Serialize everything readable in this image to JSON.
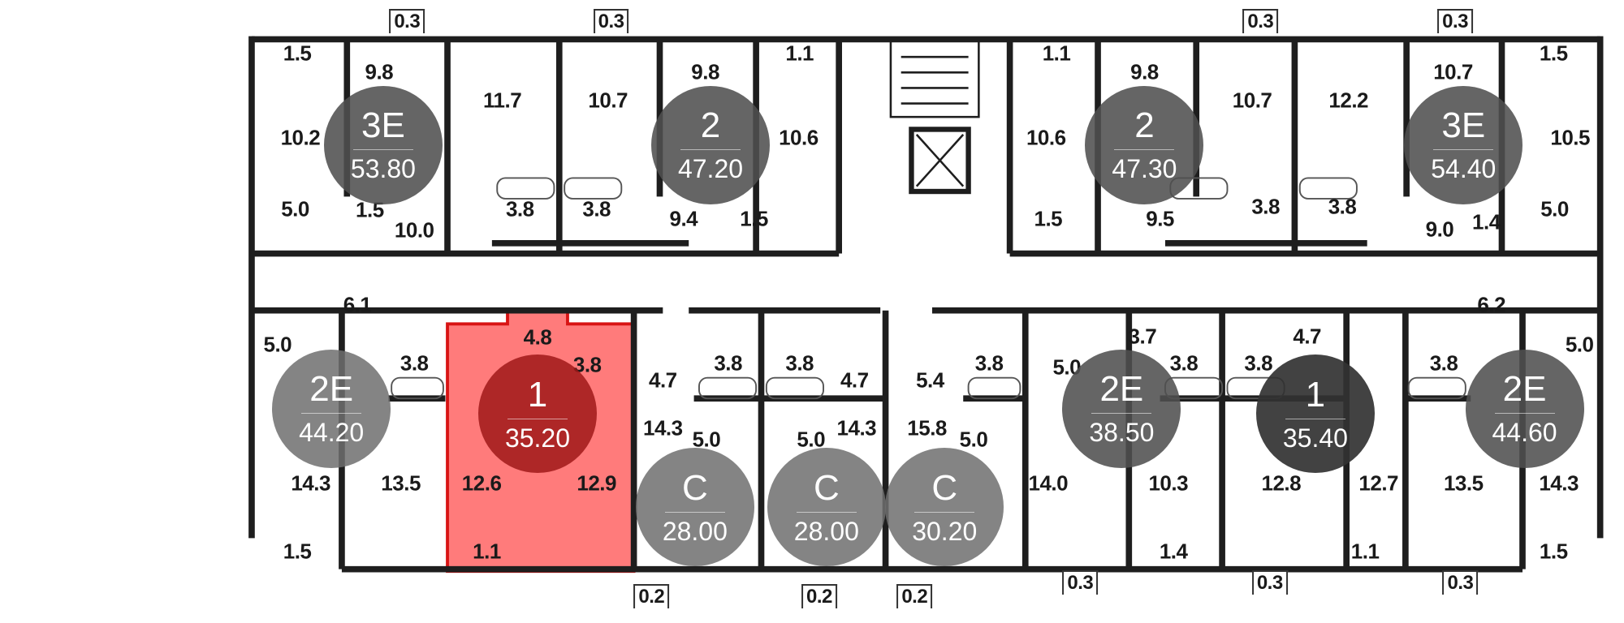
{
  "colors": {
    "wall": "#1e1e1e",
    "selected_fill": "#ff7b7b",
    "selected_stroke": "#d81414",
    "circle_dark": "#5a5a5a",
    "circle_light": "#7d7d7d",
    "circle_darker": "#3c3c3c",
    "circle_selected": "#a82222"
  },
  "apartments": [
    {
      "type": "3E",
      "area": "53.80",
      "tone": "dark"
    },
    {
      "type": "2",
      "area": "47.20",
      "tone": "dark"
    },
    {
      "type": "2",
      "area": "47.30",
      "tone": "dark"
    },
    {
      "type": "3E",
      "area": "54.40",
      "tone": "dark"
    },
    {
      "type": "2E",
      "area": "44.20",
      "tone": "light"
    },
    {
      "type": "1",
      "area": "35.20",
      "tone": "selected"
    },
    {
      "type": "C",
      "area": "28.00",
      "tone": "light"
    },
    {
      "type": "C",
      "area": "28.00",
      "tone": "light"
    },
    {
      "type": "C",
      "area": "30.20",
      "tone": "light"
    },
    {
      "type": "2E",
      "area": "38.50",
      "tone": "dark"
    },
    {
      "type": "1",
      "area": "35.40",
      "tone": "darker"
    },
    {
      "type": "2E",
      "area": "44.60",
      "tone": "dark"
    }
  ],
  "rooms": [
    "1.5",
    "9.8",
    "11.7",
    "10.7",
    "9.8",
    "1.1",
    "1.1",
    "9.8",
    "10.7",
    "12.2",
    "10.7",
    "1.5",
    "10.2",
    "10.6",
    "10.6",
    "10.5",
    "5.0",
    "1.5",
    "10.0",
    "3.8",
    "3.8",
    "9.4",
    "1.5",
    "1.5",
    "9.5",
    "3.8",
    "3.8",
    "9.0",
    "1.4",
    "5.0",
    "6.1",
    "6.2",
    "5.0",
    "3.8",
    "4.8",
    "3.8",
    "4.7",
    "3.8",
    "3.8",
    "4.7",
    "5.4",
    "3.8",
    "5.0",
    "3.7",
    "3.8",
    "3.8",
    "4.7",
    "3.8",
    "5.0",
    "14.3",
    "13.5",
    "12.6",
    "12.9",
    "14.3",
    "5.0",
    "5.0",
    "14.3",
    "15.8",
    "5.0",
    "14.0",
    "10.3",
    "12.8",
    "12.7",
    "13.5",
    "14.3",
    "1.5",
    "1.1",
    "1.4",
    "1.1",
    "1.5"
  ],
  "balconies": [
    "0.3",
    "0.3",
    "0.3",
    "0.3",
    "0.3",
    "0.3",
    "0.3",
    "0.2",
    "0.2",
    "0.2"
  ]
}
